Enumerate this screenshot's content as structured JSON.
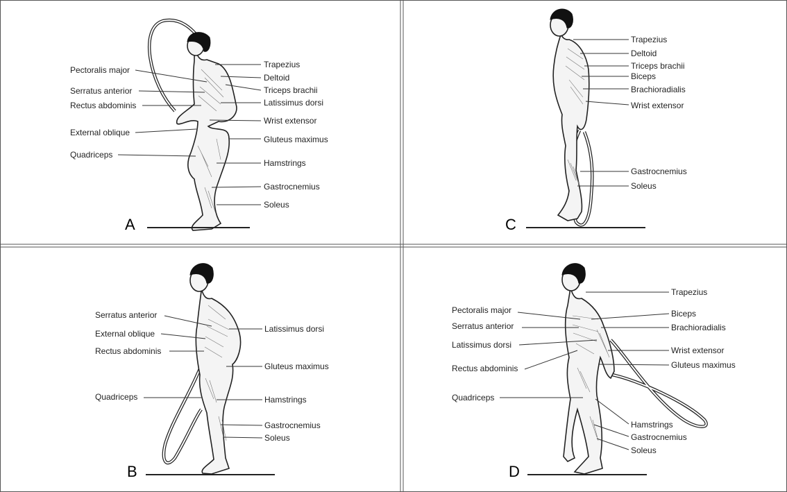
{
  "panels": [
    {
      "letter": "A",
      "left_labels": [
        "Pectoralis major",
        "Serratus anterior",
        "Rectus abdominis",
        "External oblique",
        "Quadriceps"
      ],
      "right_labels": [
        "Trapezius",
        "Deltoid",
        "Triceps brachii",
        "Latissimus dorsi",
        "Wrist extensor",
        "Gluteus maximus",
        "Hamstrings",
        "Gastrocnemius",
        "Soleus"
      ]
    },
    {
      "letter": "B",
      "left_labels": [
        "Serratus anterior",
        "External oblique",
        "Rectus abdominis",
        "Quadriceps"
      ],
      "right_labels": [
        "Latissimus dorsi",
        "Gluteus maximus",
        "Hamstrings",
        "Gastrocnemius",
        "Soleus"
      ]
    },
    {
      "letter": "C",
      "left_labels": [],
      "right_labels": [
        "Trapezius",
        "Deltoid",
        "Triceps brachii",
        "Biceps",
        "Brachioradialis",
        "Wrist extensor",
        "Gastrocnemius",
        "Soleus"
      ]
    },
    {
      "letter": "D",
      "left_labels": [
        "Pectoralis major",
        "Serratus anterior",
        "Latissimus dorsi",
        "Rectus abdominis",
        "Quadriceps"
      ],
      "right_labels": [
        "Trapezius",
        "Biceps",
        "Brachioradialis",
        "Wrist extensor",
        "Gluteus maximus",
        "Hamstrings",
        "Gastrocnemius",
        "Soleus"
      ]
    }
  ]
}
